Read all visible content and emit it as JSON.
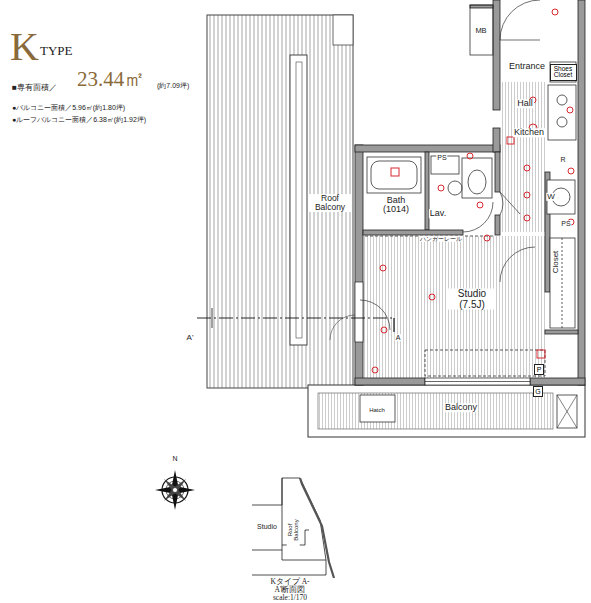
{
  "diagram": {
    "nodes": [
      {
        "text": [
          "Shoes Closet"
        ]
      },
      {
        "text": [
          "P"
        ]
      },
      {
        "text": [
          "G"
        ]
      }
    ],
    "labels": [
      "K",
      "TYPE",
      "■専有面積／",
      "23.44㎡",
      "(約7.09坪)",
      "●バルコニー面積／5.96㎡(約1.80坪)",
      "●ルーフバルコニー面積／6.38㎡(約1.92坪)",
      "MB",
      "Entrance",
      "Hall",
      "Kitchen",
      "PS",
      "Bath (1014)",
      "Lav.",
      "R",
      "W",
      "PS",
      "Closet",
      "ハンガーレール",
      "Studio (7.5J)",
      "Roof Balcony",
      "Balcony",
      "Hatch",
      "A'",
      "A",
      "N",
      "Studio",
      "Roof Balcony",
      "Kタイプ A-A'断面図 scale:1/170"
    ]
  }
}
